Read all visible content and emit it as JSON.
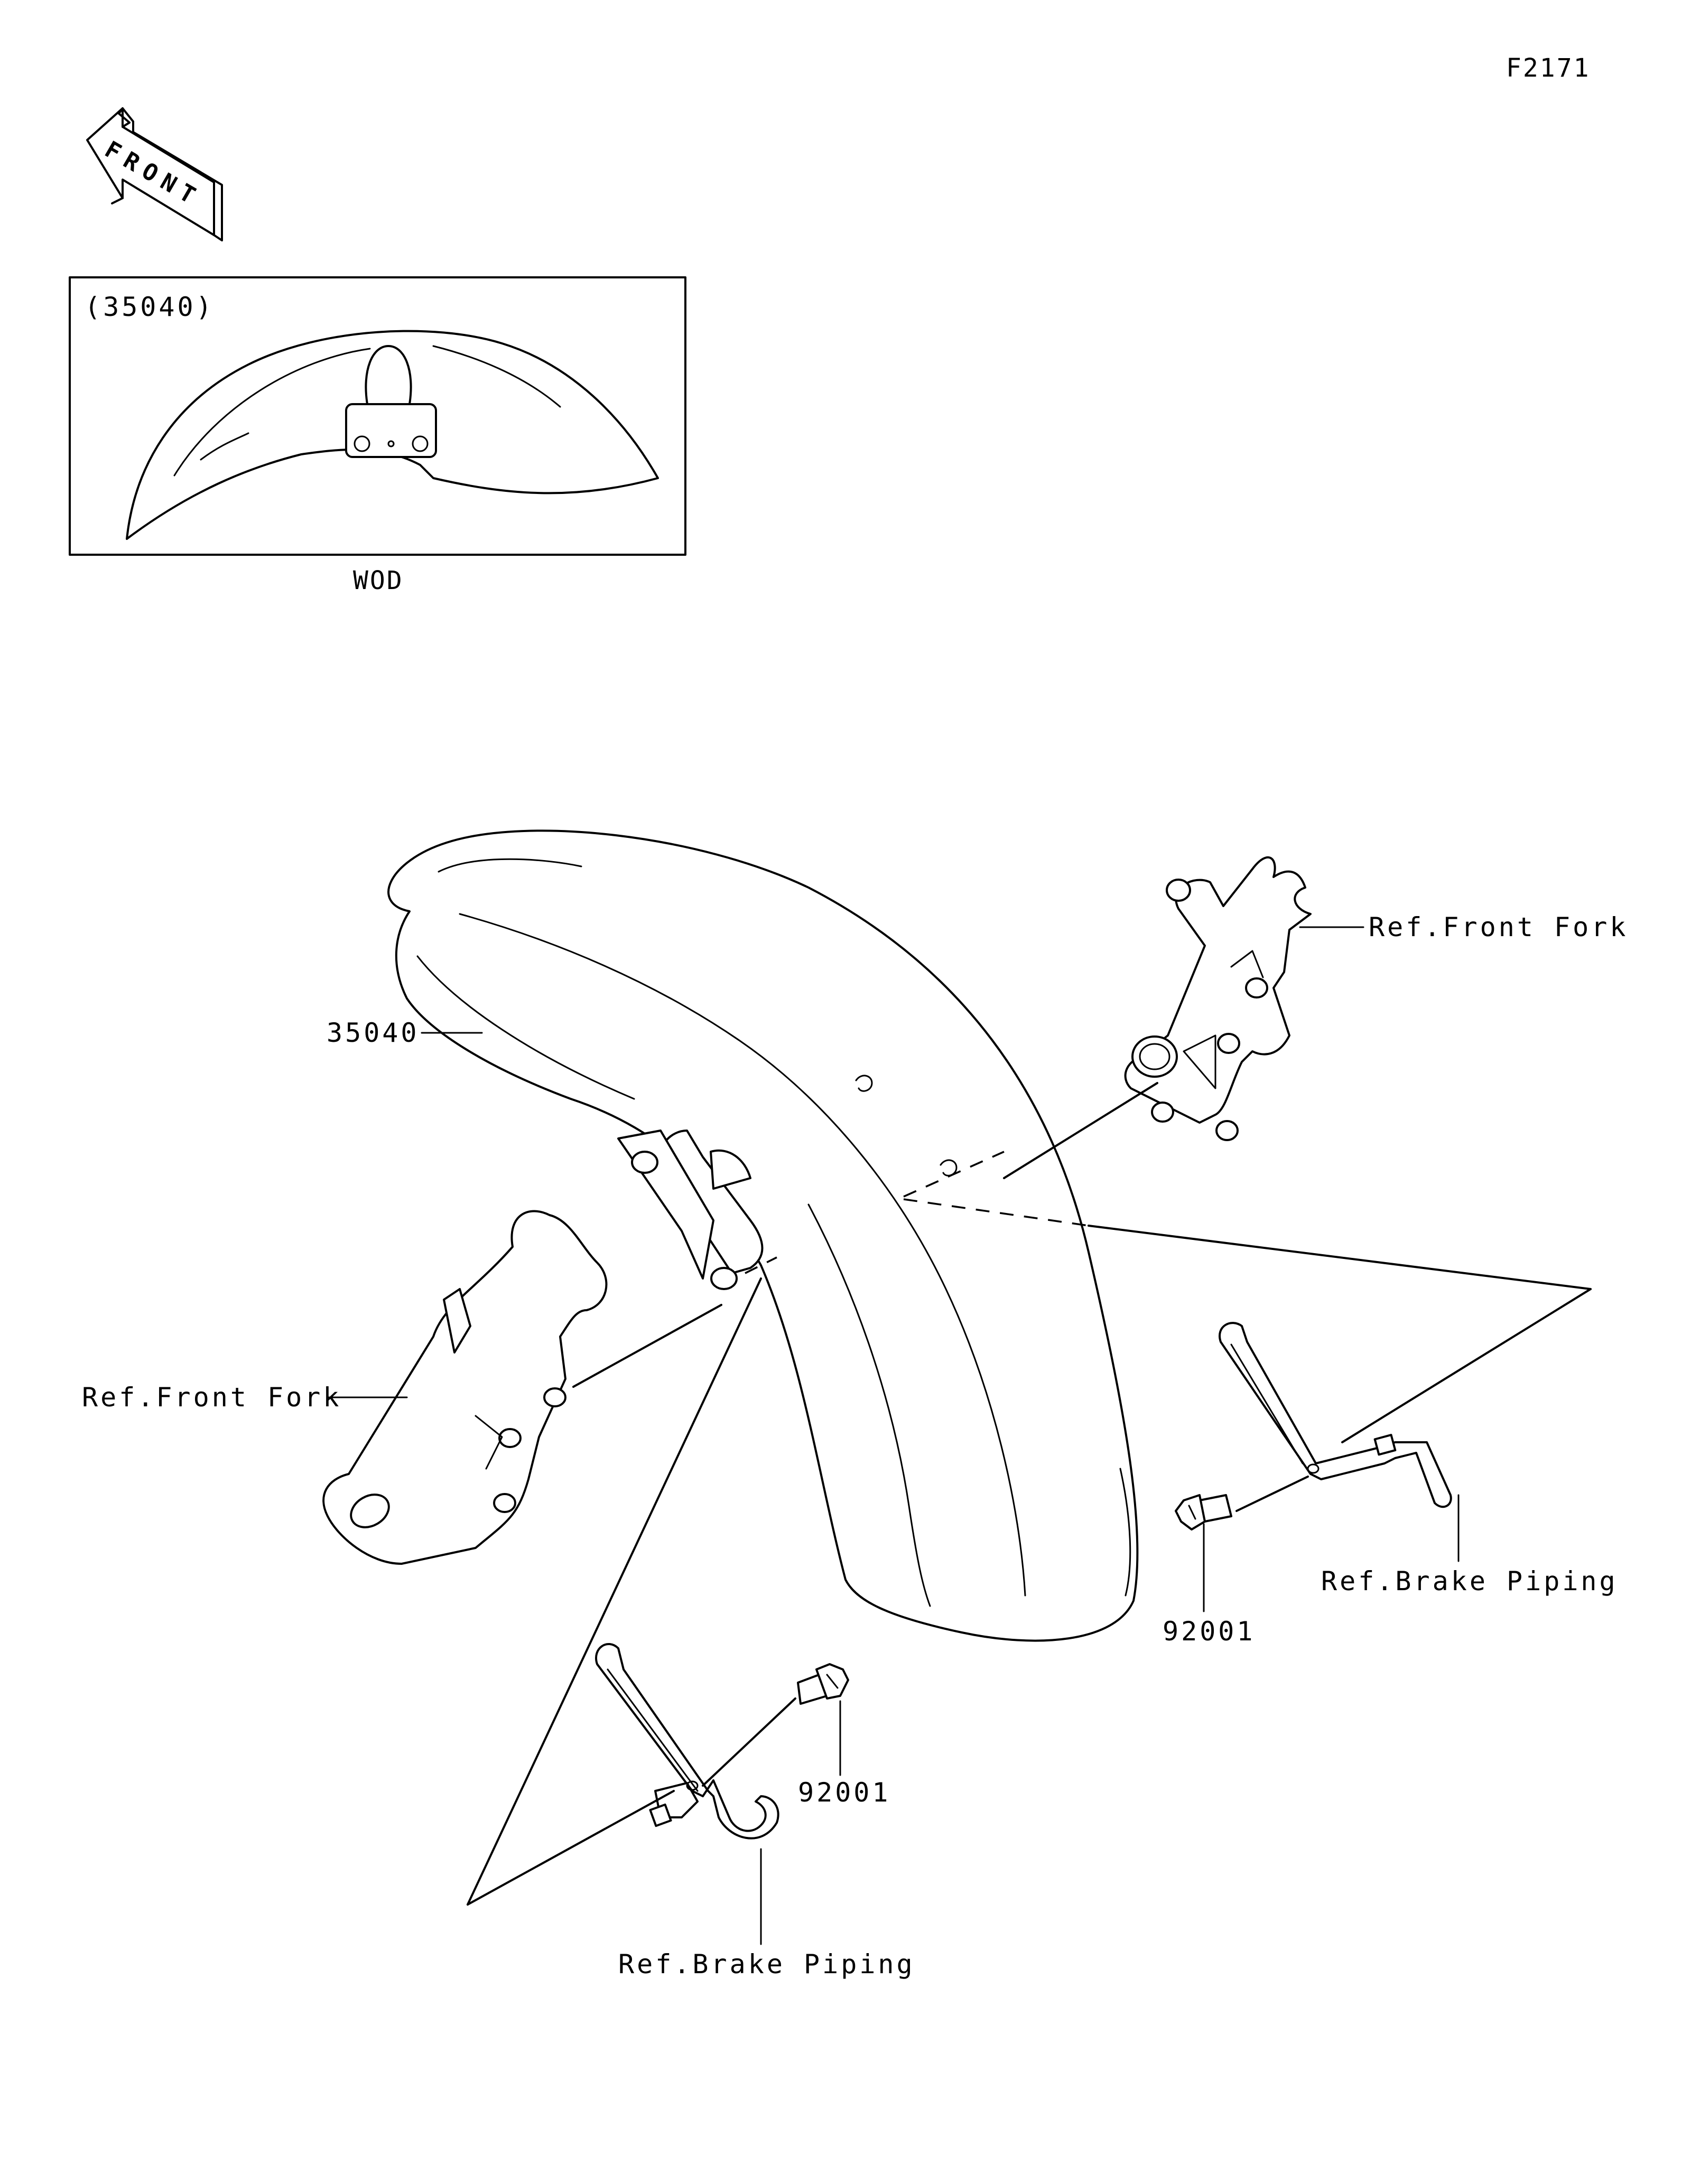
{
  "figure_code": "F2171",
  "front_arrow": {
    "label": "FRONT",
    "icon": "front-arrow-icon"
  },
  "inset": {
    "part_number": "(35040)",
    "caption": "WOD"
  },
  "callouts": {
    "fender": "35040",
    "fork_right": "Ref.Front Fork",
    "fork_left": "Ref.Front Fork",
    "bolt_right": "92001",
    "bolt_left": "92001",
    "brake_right": "Ref.Brake Piping",
    "brake_left": "Ref.Brake Piping"
  }
}
